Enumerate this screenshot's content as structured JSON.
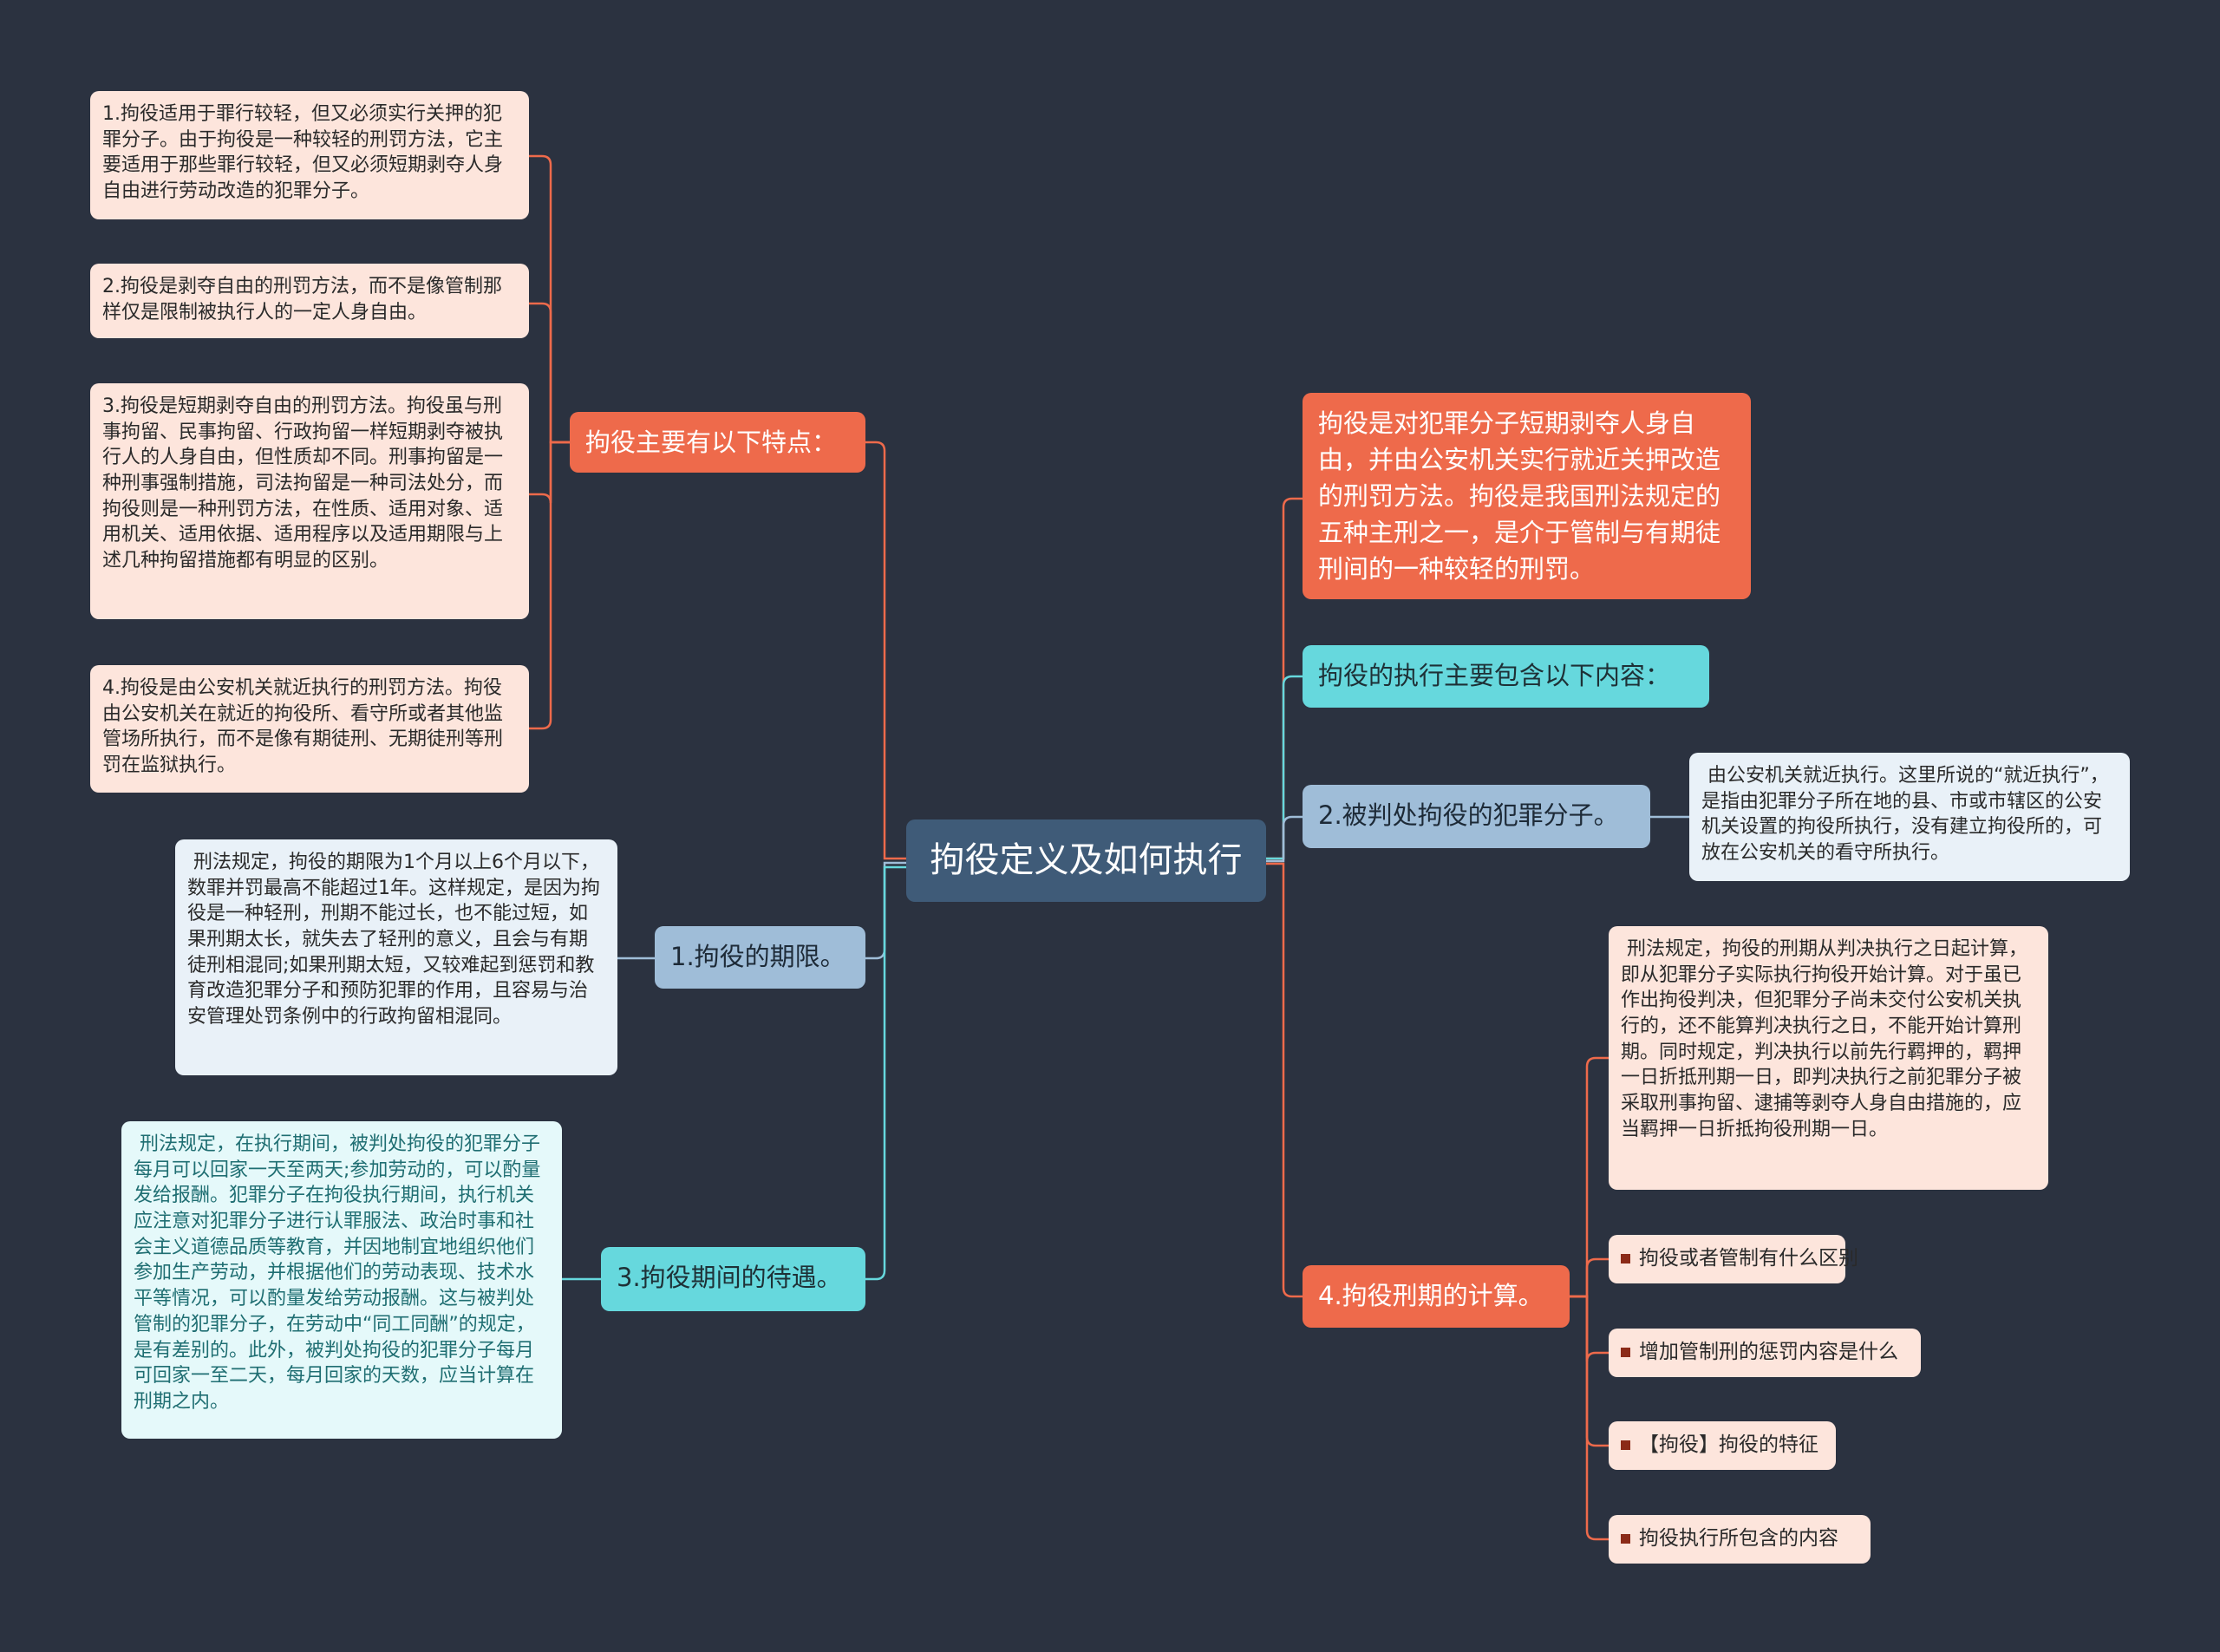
{
  "central": "拘役定义及如何执行",
  "left": {
    "features": {
      "title": "拘役主要有以下特点：",
      "items": [
        "1.拘役适用于罪行较轻，但又必须实行关押的犯罪分子。由于拘役是一种较轻的刑罚方法，它主要适用于那些罪行较轻，但又必须短期剥夺人身自由进行劳动改造的犯罪分子。",
        "2.拘役是剥夺自由的刑罚方法，而不是像管制那样仅是限制被执行人的一定人身自由。",
        "3.拘役是短期剥夺自由的刑罚方法。拘役虽与刑事拘留、民事拘留、行政拘留一样短期剥夺被执行人的人身自由，但性质却不同。刑事拘留是一种刑事强制措施，司法拘留是一种司法处分，而拘役则是一种刑罚方法，在性质、适用对象、适用机关、适用依据、适用程序以及适用期限与上述几种拘留措施都有明显的区别。",
        "4.拘役是由公安机关就近执行的刑罚方法。拘役由公安机关在就近的拘役所、看守所或者其他监管场所执行，而不是像有期徒刑、无期徒刑等刑罚在监狱执行。"
      ]
    },
    "term": {
      "title": "1.拘役的期限。",
      "detail": " 刑法规定，拘役的期限为1个月以上6个月以下，数罪并罚最高不能超过1年。这样规定，是因为拘役是一种轻刑，刑期不能过长，也不能过短，如果刑期太长，就失去了轻刑的意义，且会与有期徒刑相混同;如果刑期太短，又较难起到惩罚和教育改造犯罪分子和预防犯罪的作用，且容易与治安管理处罚条例中的行政拘留相混同。"
    },
    "treatment": {
      "title": "3.拘役期间的待遇。",
      "detail": " 刑法规定，在执行期间，被判处拘役的犯罪分子每月可以回家一天至两天;参加劳动的，可以酌量发给报酬。犯罪分子在拘役执行期间，执行机关应注意对犯罪分子进行认罪服法、政治时事和社会主义道德品质等教育，并因地制宜地组织他们参加生产劳动，并根据他们的劳动表现、技术水平等情况，可以酌量发给劳动报酬。这与被判处管制的犯罪分子，在劳动中“同工同酬”的规定，是有差别的。此外，被判处拘役的犯罪分子每月可回家一至二天，每月回家的天数，应当计算在刑期之内。"
    }
  },
  "right": {
    "definition": "拘役是对犯罪分子短期剥夺人身自由，并由公安机关实行就近关押改造的刑罚方法。拘役是我国刑法规定的五种主刑之一，是介于管制与有期徒刑间的一种较轻的刑罚。",
    "execution": "拘役的执行主要包含以下内容：",
    "convicts": {
      "title": "2.被判处拘役的犯罪分子。",
      "detail": " 由公安机关就近执行。这里所说的“就近执行”，是指由犯罪分子所在地的县、市或市辖区的公安机关设置的拘役所执行，没有建立拘役所的，可放在公安机关的看守所执行。"
    },
    "calc": {
      "title": "4.拘役刑期的计算。",
      "detail": " 刑法规定，拘役的刑期从判决执行之日起计算，即从犯罪分子实际执行拘役开始计算。对于虽已作出拘役判决，但犯罪分子尚未交付公安机关执行的，还不能算判决执行之日，不能开始计算刑期。同时规定，判决执行以前先行羁押的，羁押一日折抵刑期一日，即判决执行之前犯罪分子被采取刑事拘留、逮捕等剥夺人身自由措施的，应当羁押一日折抵拘役刑期一日。",
      "links": [
        "拘役或者管制有什么区别",
        "增加管制刑的惩罚内容是什么",
        "【拘役】拘役的特征",
        "拘役执行所包含的内容"
      ]
    }
  },
  "colors": {
    "background": "#2b3240",
    "central": "#3f5b78",
    "orange": "#ee6a4b",
    "cyan": "#66d8dd",
    "blue": "#9fbdd8",
    "pale_peach": "#fde5dc",
    "pale_blue": "#e9f1f8",
    "pale_cyan": "#e5f9fa"
  }
}
